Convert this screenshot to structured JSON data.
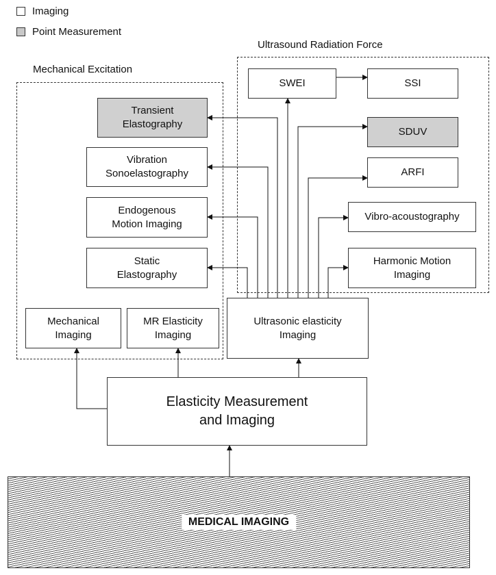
{
  "legend": {
    "imaging": "Imaging",
    "point_measurement": "Point Measurement"
  },
  "groups": {
    "mechanical_excitation": "Mechanical Excitation",
    "ultrasound_radiation_force": "Ultrasound Radiation Force"
  },
  "nodes": {
    "transient": "Transient\nElastography",
    "vibration": "Vibration\nSonoelastography",
    "endogenous": "Endogenous\nMotion Imaging",
    "static": "Static\nElastography",
    "mechanical_imaging": "Mechanical\nImaging",
    "mr_elasticity": "MR Elasticity\nImaging",
    "ultrasonic": "Ultrasonic elasticity\nImaging",
    "swei": "SWEI",
    "ssi": "SSI",
    "sduv": "SDUV",
    "arfi": "ARFI",
    "vibro": "Vibro-acoustography",
    "harmonic": "Harmonic Motion\nImaging",
    "emi": "Elasticity Measurement\nand Imaging",
    "medical": "MEDICAL IMAGING"
  },
  "colors": {
    "point_measurement_fill": "#d0d0d0",
    "imaging_fill": "#ffffff",
    "line": "#111111"
  }
}
